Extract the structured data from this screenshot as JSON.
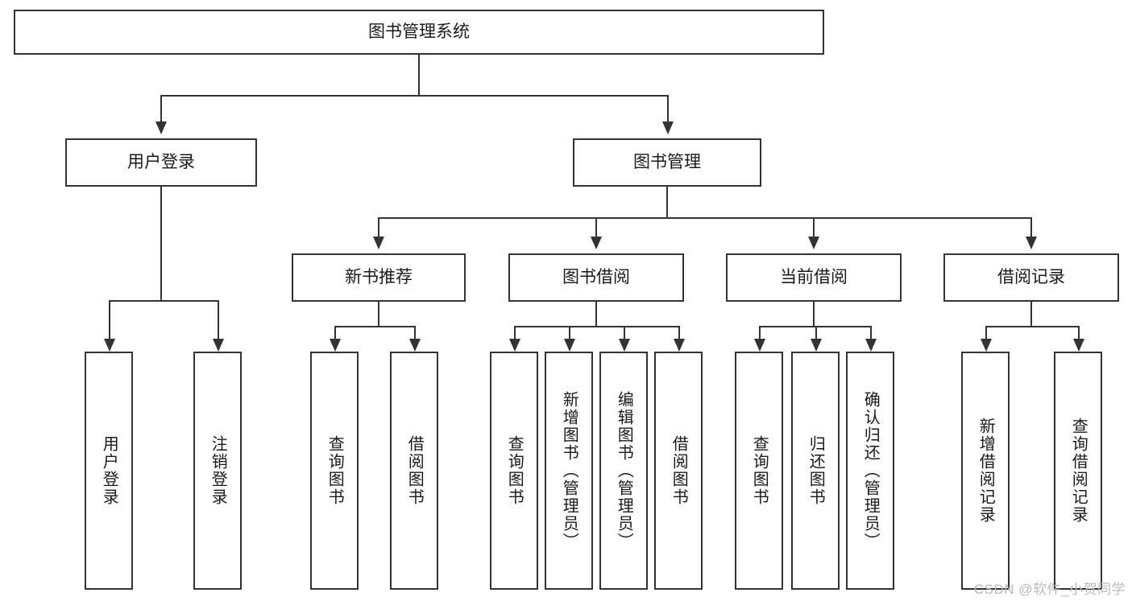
{
  "diagram": {
    "type": "tree",
    "title": "图书管理系统",
    "root": {
      "id": "root",
      "label": "图书管理系统"
    },
    "level2": [
      {
        "id": "user-login",
        "label": "用户登录"
      },
      {
        "id": "book-manage",
        "label": "图书管理"
      }
    ],
    "level3": [
      {
        "id": "new-book-rec",
        "label": "新书推荐",
        "parent": "book-manage"
      },
      {
        "id": "book-borrow",
        "label": "图书借阅",
        "parent": "book-manage"
      },
      {
        "id": "current-borrow",
        "label": "当前借阅",
        "parent": "book-manage"
      },
      {
        "id": "borrow-record",
        "label": "借阅记录",
        "parent": "book-manage"
      }
    ],
    "leaves": [
      {
        "id": "leaf-user-login",
        "label": "用户登录",
        "parent": "user-login"
      },
      {
        "id": "leaf-logout",
        "label": "注销登录",
        "parent": "user-login"
      },
      {
        "id": "leaf-query-book-1",
        "label": "查询图书",
        "parent": "new-book-rec"
      },
      {
        "id": "leaf-borrow-book-1",
        "label": "借阅图书",
        "parent": "new-book-rec"
      },
      {
        "id": "leaf-query-book-2",
        "label": "查询图书",
        "parent": "book-borrow"
      },
      {
        "id": "leaf-add-book",
        "label": "新增图书（管理员）",
        "parent": "book-borrow"
      },
      {
        "id": "leaf-edit-book",
        "label": "编辑图书（管理员）",
        "parent": "book-borrow"
      },
      {
        "id": "leaf-borrow-book-2",
        "label": "借阅图书",
        "parent": "book-borrow"
      },
      {
        "id": "leaf-query-book-3",
        "label": "查询图书",
        "parent": "current-borrow"
      },
      {
        "id": "leaf-return-book",
        "label": "归还图书",
        "parent": "current-borrow"
      },
      {
        "id": "leaf-confirm-return",
        "label": "确认归还（管理员）",
        "parent": "current-borrow"
      },
      {
        "id": "leaf-add-record",
        "label": "新增借阅记录",
        "parent": "borrow-record"
      },
      {
        "id": "leaf-query-record",
        "label": "查询借阅记录",
        "parent": "borrow-record"
      }
    ]
  },
  "watermark": {
    "text": "CSDN @软件_小贺同学"
  },
  "colors": {
    "stroke": "#333333",
    "box_fill": "#ffffff",
    "text": "#1a1a1a",
    "background": "#ffffff",
    "watermark": "#b9b9b9"
  }
}
